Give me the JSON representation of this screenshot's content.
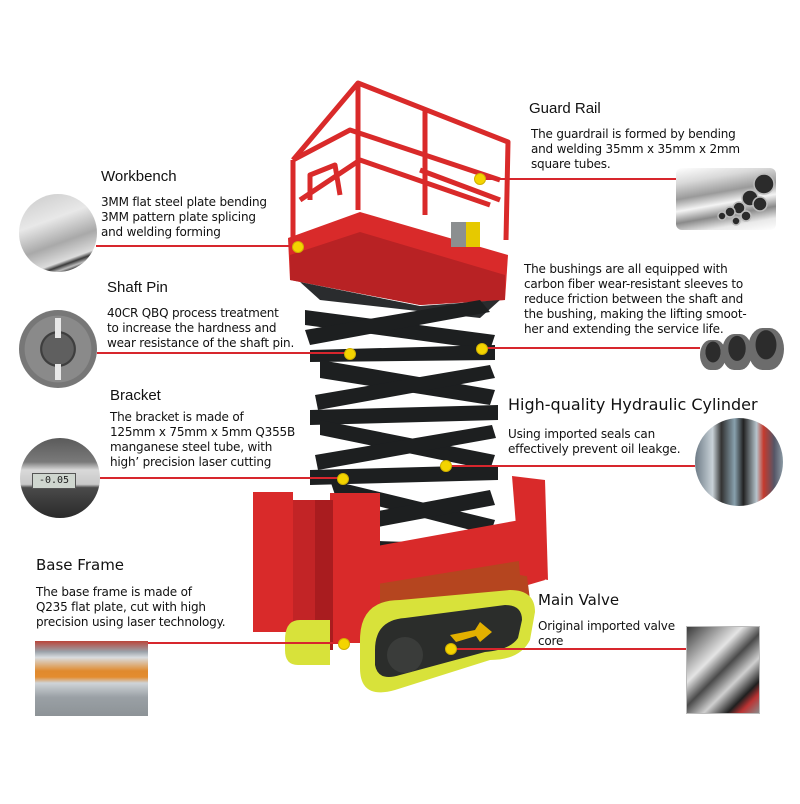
{
  "callouts": {
    "guard_rail": {
      "title": "Guard Rail",
      "desc": "The guardrail is formed by bending\nand welding 35mm x 35mm x 2mm\nsquare tubes.",
      "thumbnail_icon": "steel-tubes-photo"
    },
    "workbench": {
      "title": "Workbench",
      "desc": "3MM flat steel plate bending\n3MM pattern plate splicing\nand welding forming",
      "thumbnail_icon": "steel-plate-photo"
    },
    "shaft_pin": {
      "title": "Shaft Pin",
      "desc": "40CR QBQ process treatment\nto increase the hardness and\nwear resistance of the shaft pin.",
      "thumbnail_icon": "shaft-pin-photo"
    },
    "bushings": {
      "desc": "The bushings are all equipped with\ncarbon fiber wear-resistant sleeves to\nreduce friction between the shaft and\nthe bushing, making the lifting smoot-\nher and extending the service life.",
      "thumbnail_icon": "bushings-photo"
    },
    "bracket": {
      "title": "Bracket",
      "desc": "The bracket is made of\n125mm x 75mm x 5mm Q355B\nmanganese steel tube, with\nhigh’ precision laser cutting",
      "thumbnail_icon": "caliper-photo",
      "caliper_reading": "-0.05"
    },
    "hydraulic_cylinder": {
      "title": "High-quality Hydraulic Cylinder",
      "desc": "Using imported seals can\neffectively prevent oil leakge.",
      "thumbnail_icon": "hydraulic-cylinder-photo"
    },
    "base_frame": {
      "title": "Base Frame",
      "desc": "The base frame is made of\nQ235 flat plate, cut with high\nprecision using laser technology.",
      "thumbnail_icon": "laser-cutting-factory-photo"
    },
    "main_valve": {
      "title": "Main Valve",
      "desc": "Original imported valve\ncore",
      "thumbnail_icon": "valve-photo"
    }
  },
  "colors": {
    "callout_line": "#d7262d",
    "marker_dot": "#f4d400",
    "machine_red": "#d92a2a",
    "scissor_black": "#1d1f20",
    "track_yellow": "#d8e23a"
  }
}
